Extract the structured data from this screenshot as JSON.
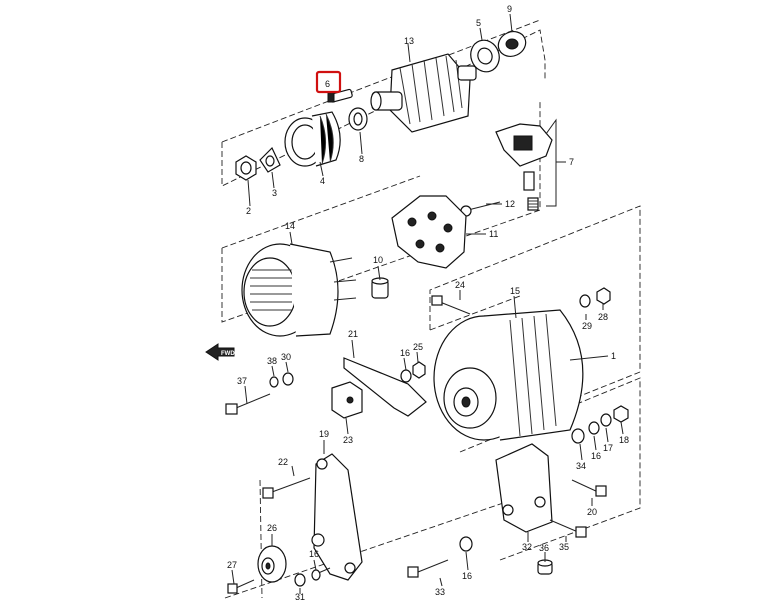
{
  "diagram": {
    "highlight_color": "#d01010",
    "highlighted_label": "6",
    "direction_marker": {
      "text": "FWD",
      "icon": "front-arrow-icon"
    },
    "labels": {
      "l1": "1",
      "l2": "2",
      "l3": "3",
      "l4": "4",
      "l5": "5",
      "l6": "6",
      "l7": "7",
      "l8": "8",
      "l9": "9",
      "l10": "10",
      "l11": "11",
      "l12": "12",
      "l13": "13",
      "l14": "14",
      "l15": "15",
      "l16a": "16",
      "l16b": "16",
      "l16c": "16",
      "l16d": "16",
      "l17": "17",
      "l18": "18",
      "l19": "19",
      "l20": "20",
      "l21": "21",
      "l22": "22",
      "l23": "23",
      "l24": "24",
      "l25": "25",
      "l26": "26",
      "l27": "27",
      "l28": "28",
      "l29": "29",
      "l30": "30",
      "l31": "31",
      "l32": "32",
      "l33": "33",
      "l34": "34",
      "l35": "35",
      "l36": "36",
      "l37": "37",
      "l38": "38"
    }
  }
}
